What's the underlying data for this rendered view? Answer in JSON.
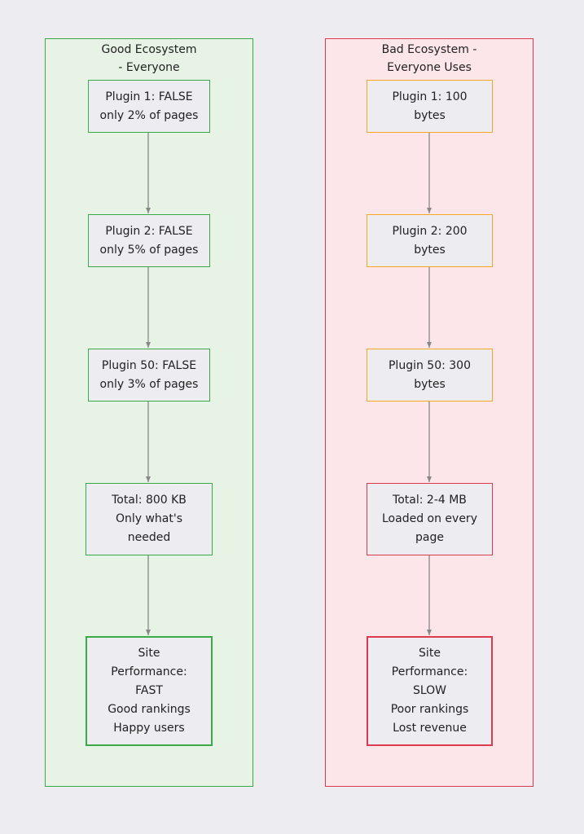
{
  "colors": {
    "background": "#ececf1",
    "good_fill": "#e6f3e5",
    "good_border": "#3aaa48",
    "bad_fill": "#fde6e9",
    "bad_border": "#dd3a4e",
    "plugin_border": "#f5a623",
    "edge": "#888888"
  },
  "good": {
    "title": "Good Ecosystem\n- Everyone",
    "nodes": [
      {
        "label": "Plugin 1: FALSE\nonly 2% of pages"
      },
      {
        "label": "Plugin 2: FALSE\nonly 5% of pages"
      },
      {
        "label": "Plugin 50: FALSE\nonly 3% of pages"
      },
      {
        "label": "Total: 800 KB\nOnly what's\nneeded"
      },
      {
        "label": "Site\nPerformance:\nFAST\nGood rankings\nHappy users"
      }
    ]
  },
  "bad": {
    "title": "Bad Ecosystem -\nEveryone Uses",
    "nodes": [
      {
        "label": "Plugin 1: 100\nbytes"
      },
      {
        "label": "Plugin 2: 200\nbytes"
      },
      {
        "label": "Plugin 50: 300\nbytes"
      },
      {
        "label": "Total: 2-4 MB\nLoaded on every\npage"
      },
      {
        "label": "Site\nPerformance:\nSLOW\nPoor rankings\nLost revenue"
      }
    ]
  }
}
